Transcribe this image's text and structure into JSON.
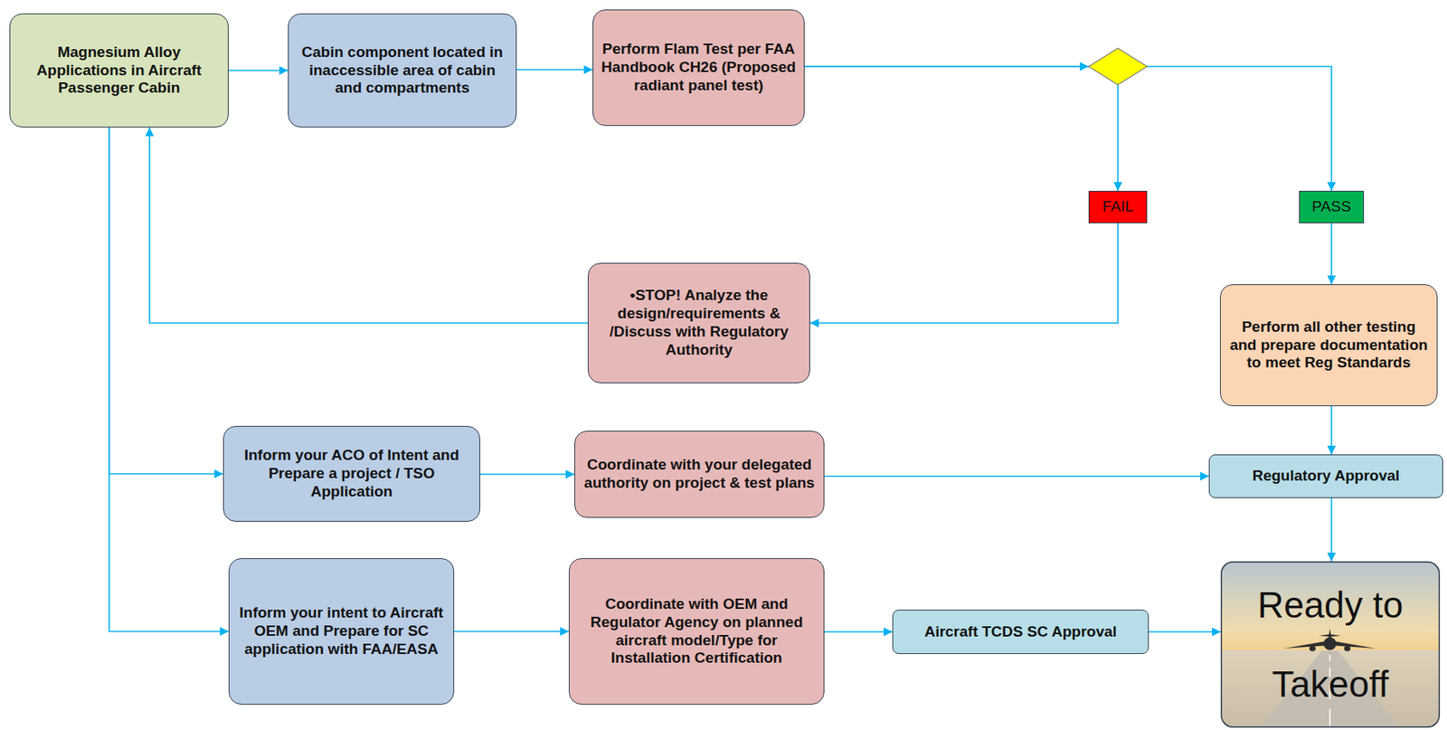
{
  "diagram": {
    "nodes": [
      {
        "text": [
          "Magnesium Alloy Applications in Aircraft Passenger Cabin"
        ]
      },
      {
        "text": [
          "Cabin component located in inaccessible area of cabin and compartments"
        ]
      },
      {
        "text": [
          "Perform Flam Test per FAA Handbook CH26 (Proposed radiant panel test)"
        ]
      },
      {
        "text": [
          "FAIL"
        ]
      },
      {
        "text": [
          "PASS"
        ]
      },
      {
        "text": [
          "•STOP! Analyze the design/requirements & /Discuss with Regulatory Authority"
        ]
      },
      {
        "text": [
          "Perform all other testing and prepare documentation to meet Reg Standards"
        ]
      },
      {
        "text": [
          "Inform your ACO of Intent and Prepare a project / TSO Application"
        ]
      },
      {
        "text": [
          "Coordinate with your delegated authority on project & test plans"
        ]
      },
      {
        "text": [
          "Regulatory Approval"
        ]
      },
      {
        "text": [
          "Inform your intent to Aircraft OEM and Prepare for SC application with FAA/EASA"
        ]
      },
      {
        "text": [
          "Coordinate with OEM and Regulator Agency on planned aircraft model/Type for Installation Certification"
        ]
      },
      {
        "text": [
          "Aircraft TCDS SC Approval"
        ]
      },
      {
        "text": [
          "Ready to Takeoff"
        ]
      }
    ],
    "edges": [
      {
        "from": 0,
        "to": 1,
        "arrow": "to"
      },
      {
        "from": 1,
        "to": 2,
        "arrow": "to"
      },
      {
        "from": 2,
        "to": 3,
        "arrow": "to"
      },
      {
        "from": 2,
        "to": 4,
        "arrow": "to"
      },
      {
        "from": 3,
        "to": 5,
        "arrow": "to"
      },
      {
        "from": 5,
        "to": 0,
        "arrow": "to"
      },
      {
        "from": 4,
        "to": 6,
        "arrow": "to"
      },
      {
        "from": 6,
        "to": 9,
        "arrow": "to"
      },
      {
        "from": 0,
        "to": 7,
        "arrow": "to"
      },
      {
        "from": 7,
        "to": 8,
        "arrow": "to"
      },
      {
        "from": 8,
        "to": 9,
        "arrow": "to"
      },
      {
        "from": 9,
        "to": 13,
        "arrow": "to"
      },
      {
        "from": 0,
        "to": 10,
        "arrow": "to"
      },
      {
        "from": 10,
        "to": 11,
        "arrow": "to"
      },
      {
        "from": 11,
        "to": 12,
        "arrow": "to"
      },
      {
        "from": 12,
        "to": 13,
        "arrow": "to"
      }
    ]
  }
}
